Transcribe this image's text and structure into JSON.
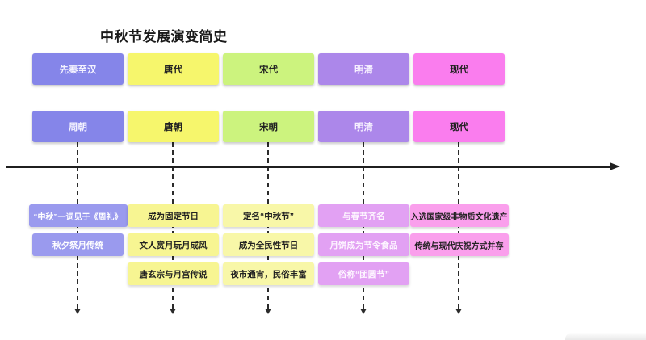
{
  "title": "中秋节发展演变简史",
  "columns": [
    {
      "era": "先秦至汉",
      "period": "周朝",
      "header_bg": "#8585E9",
      "header_fg": "#F4F3FF",
      "event_bg": "#9A9AEE",
      "event_fg": "#FFFFFF",
      "events": [
        "“中秋”一词见于《周礼》",
        "秋夕祭月传统"
      ]
    },
    {
      "era": "唐代",
      "period": "唐朝",
      "header_bg": "#F6F66C",
      "header_fg": "#222222",
      "event_bg": "#F7F592",
      "event_fg": "#222222",
      "events": [
        "成为固定节日",
        "文人赏月玩月成风",
        "唐玄宗与月宫传说"
      ]
    },
    {
      "era": "宋代",
      "period": "宋朝",
      "header_bg": "#CCF37E",
      "header_fg": "#222222",
      "event_bg": "#F8F7A8",
      "event_fg": "#222222",
      "events": [
        "定名“中秋节”",
        "成为全民性节日",
        "夜市通宵，民俗丰富"
      ]
    },
    {
      "era": "明清",
      "period": "明清",
      "header_bg": "#AC87EA",
      "header_fg": "#F7F1FF",
      "event_bg": "#E2A1F3",
      "event_fg": "#FDF5FF",
      "events": [
        "与春节齐名",
        "月饼成为节令食品",
        "俗称“团圆节”"
      ]
    },
    {
      "era": "现代",
      "period": "现代",
      "header_bg": "#FA7DEE",
      "header_fg": "#222222",
      "event_bg": "#FA9FEC",
      "event_fg": "#222222",
      "events": [
        "入选国家级非物质文化遗产",
        "传统与现代庆祝方式并存"
      ]
    }
  ],
  "colors": {
    "axis": "#1F1F1F",
    "connector": "#2B2B2B",
    "background": "#FFFFFF"
  }
}
